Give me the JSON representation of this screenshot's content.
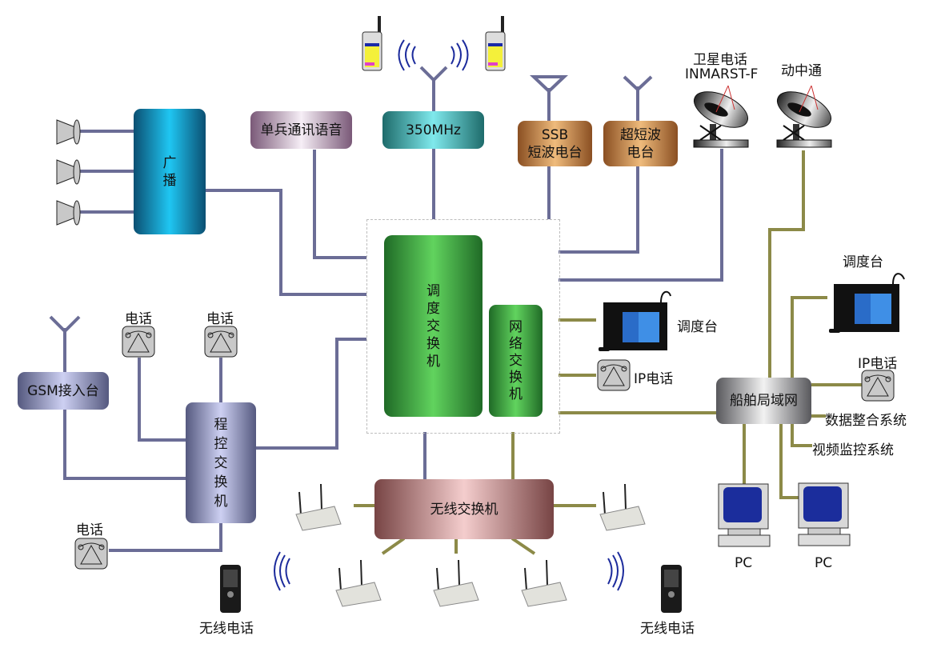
{
  "colors": {
    "wire_phone": "#6b6d96",
    "wire_data": "#8c8a48",
    "radio_wave": "#1c2b9c"
  },
  "nodes": {
    "broadcast": [
      "广",
      "播"
    ],
    "soldier_voice": "单兵通讯语音",
    "mhz350": "350MHz",
    "ssb": [
      "SSB",
      "短波电台"
    ],
    "uhf": [
      "超短波",
      "电台"
    ],
    "satphone": [
      "卫星电话",
      "INMARST-F"
    ],
    "satcom_motion": "动中通",
    "dispatch_switch": [
      "调",
      "度",
      "交",
      "换",
      "机"
    ],
    "network_switch": [
      "网",
      "络",
      "交",
      "换",
      "机"
    ],
    "dispatch_console_1": "调度台",
    "ip_phone_1": "IP电话",
    "ship_lan": "船舶局域网",
    "dispatch_console_2": "调度台",
    "ip_phone_2": "IP电话",
    "data_integration": "数据整合系统",
    "video_surveillance": "视频监控系统",
    "pc_1": "PC",
    "pc_2": "PC",
    "gsm": "GSM接入台",
    "phone_1": "电话",
    "phone_2": "电话",
    "phone_3": "电话",
    "pbx": [
      "程",
      "控",
      "交",
      "换",
      "机"
    ],
    "wireless_switch": "无线交换机",
    "wireless_phone_1": "无线电话",
    "wireless_phone_2": "无线电话"
  }
}
